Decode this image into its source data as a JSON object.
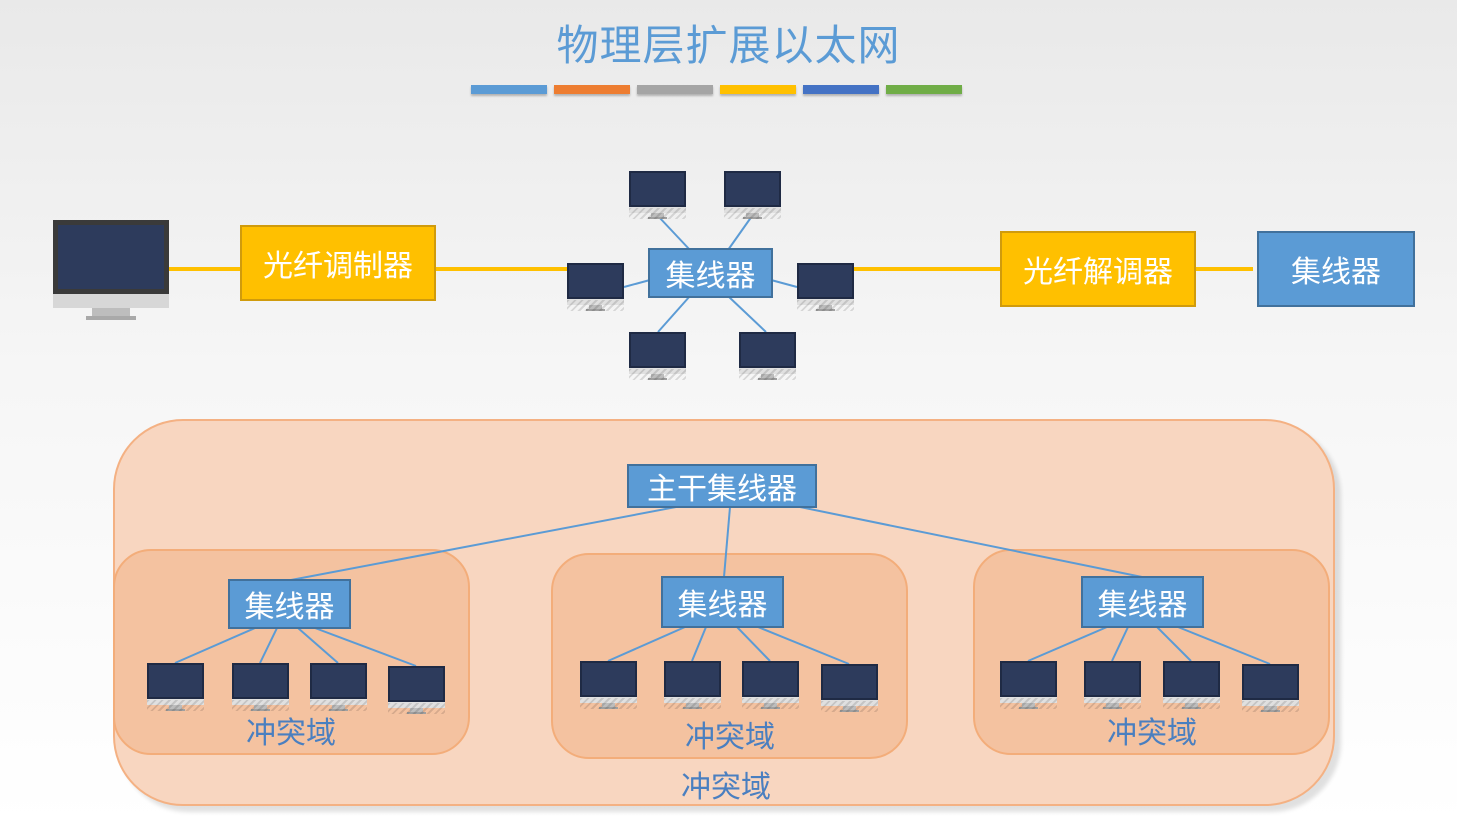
{
  "title": "物理层扩展以太网",
  "accent_colors": [
    "#5b9bd5",
    "#ed7d31",
    "#a5a5a5",
    "#ffc000",
    "#4472c4",
    "#70ad47"
  ],
  "top_row": {
    "modulator": "光纤调制器",
    "hub": "集线器",
    "demodulator": "光纤解调器",
    "right_hub": "集线器"
  },
  "bottom": {
    "backbone_hub": "主干集线器",
    "outer_domain_label": "冲突域",
    "groups": [
      {
        "hub": "集线器",
        "label": "冲突域"
      },
      {
        "hub": "集线器",
        "label": "冲突域"
      },
      {
        "hub": "集线器",
        "label": "冲突域"
      }
    ]
  },
  "icons": [
    "monitor-icon"
  ],
  "colors": {
    "fiber_line": "#ffc000",
    "hub_fill": "#5b9bd5",
    "connector_line": "#5b9bd5",
    "domain_fill": "#f8d6c0",
    "inner_domain_fill": "#f4c2a0",
    "label_text": "#4a7fc0"
  }
}
